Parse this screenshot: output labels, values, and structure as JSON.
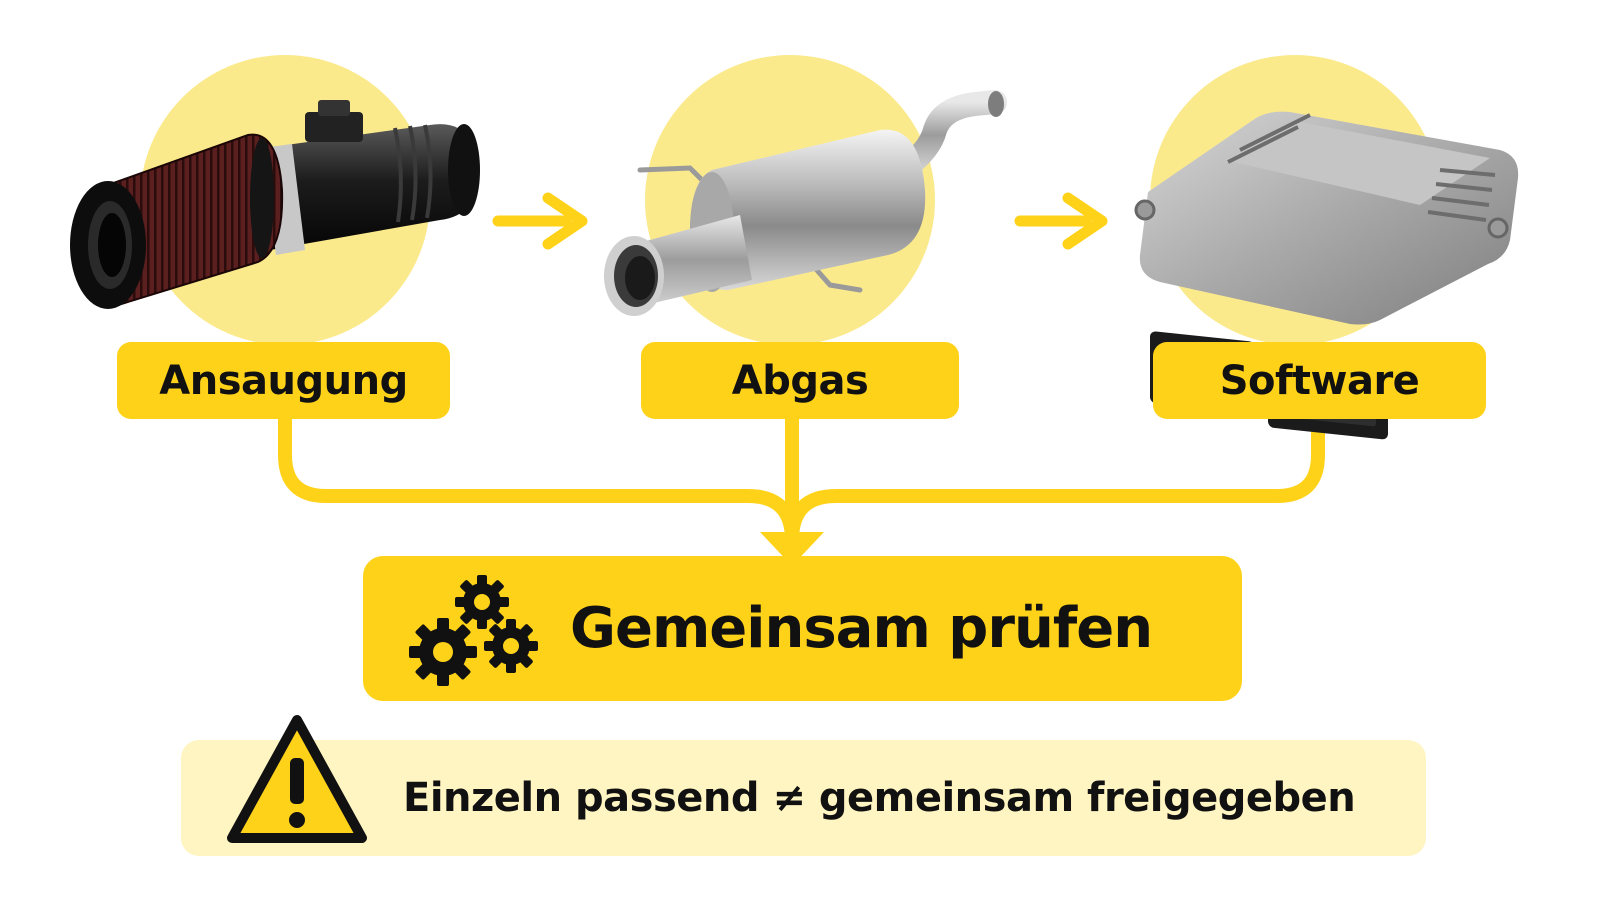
{
  "components": [
    {
      "label": "Ansaugung",
      "icon": "air-intake-filter-icon"
    },
    {
      "label": "Abgas",
      "icon": "exhaust-muffler-icon"
    },
    {
      "label": "Software",
      "icon": "ecu-control-unit-icon"
    }
  ],
  "result": {
    "label": "Gemeinsam prüfen",
    "icon": "gears-icon"
  },
  "warning": {
    "text": "Einzeln passend ≠ gemeinsam freigegeben",
    "icon": "warning-triangle-icon"
  },
  "colors": {
    "accent_yellow": "#FFD21A",
    "circle_yellow": "#FBEA8C",
    "warning_bg": "#FFF5C2",
    "text": "#111111"
  }
}
